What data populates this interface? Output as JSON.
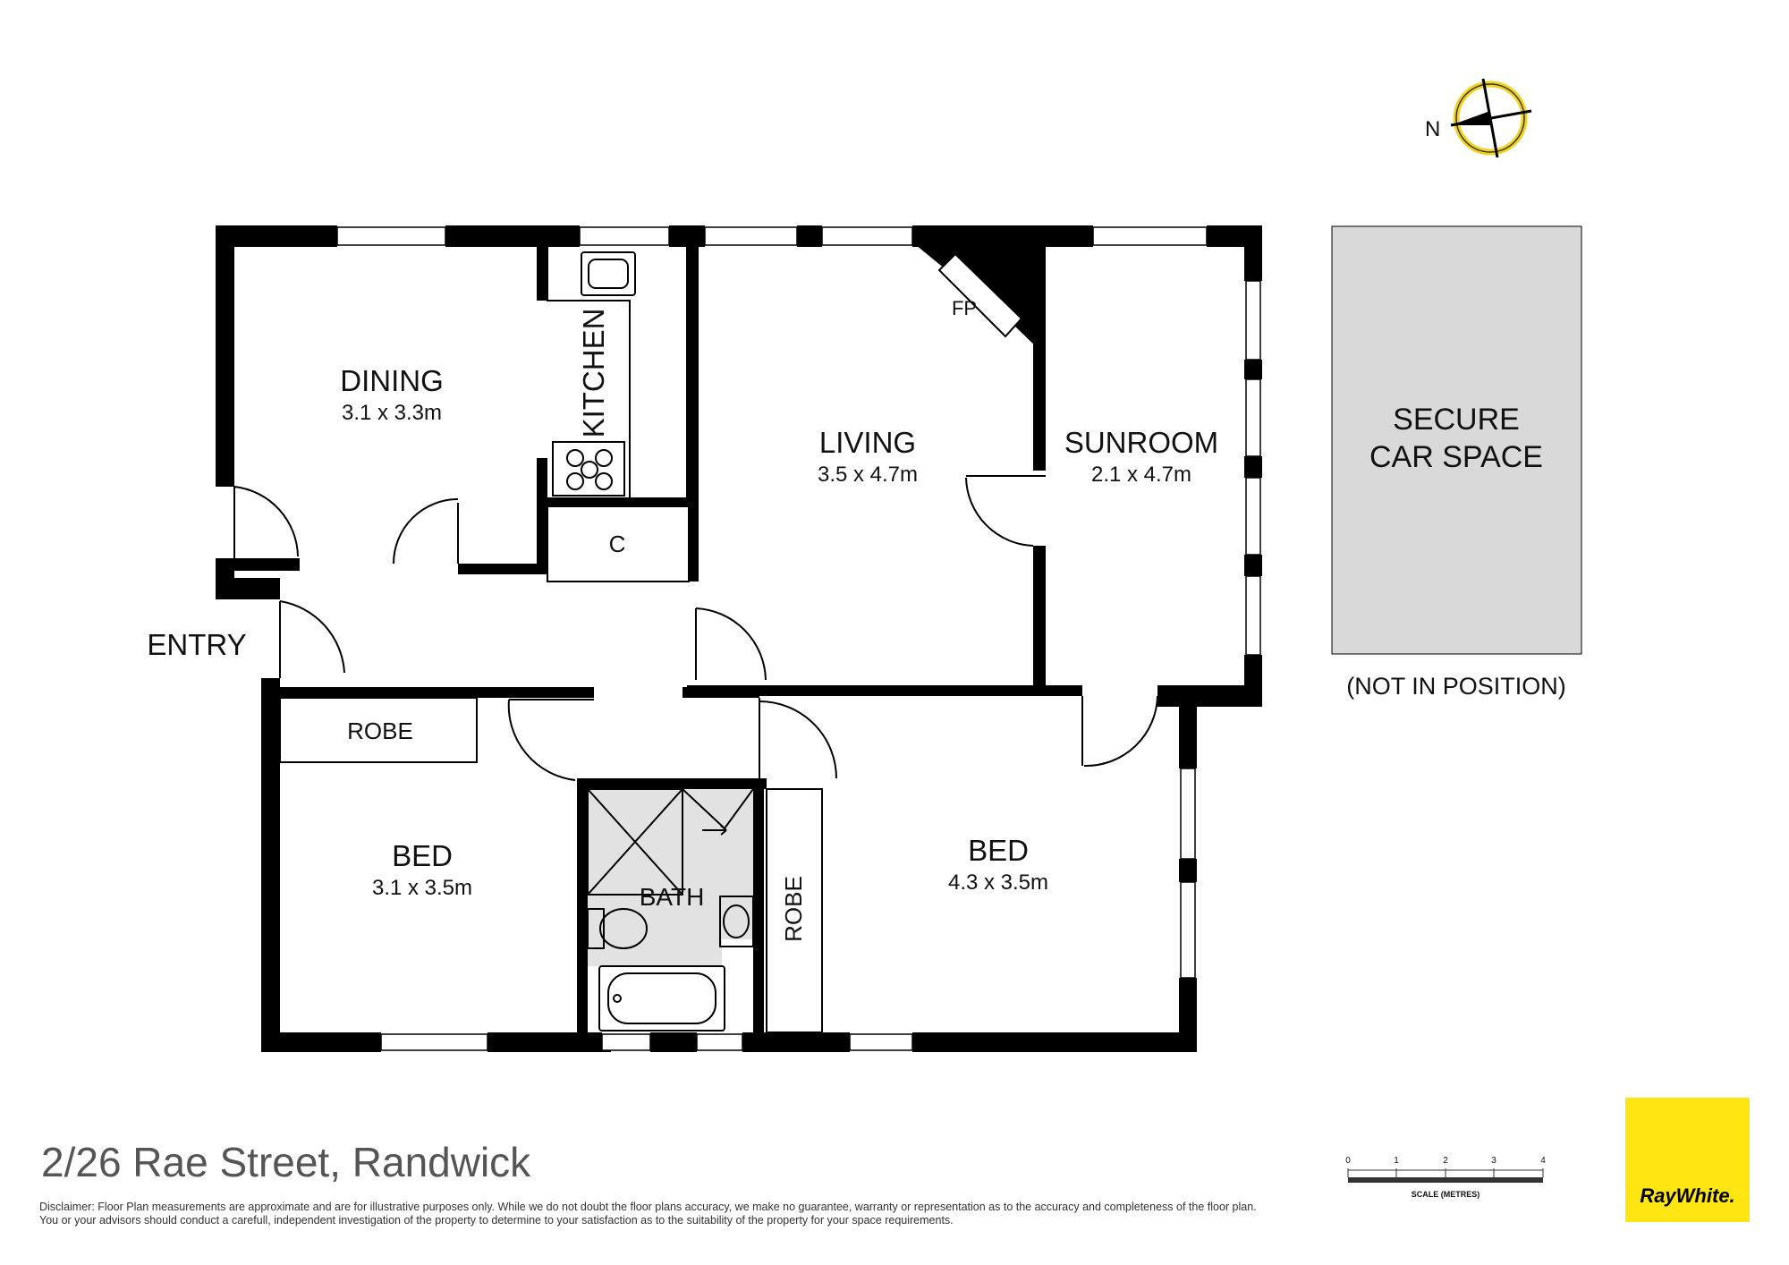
{
  "compass": {
    "north_label": "N"
  },
  "rooms": {
    "dining": {
      "name": "DINING",
      "dims": "3.1 x 3.3m"
    },
    "kitchen": {
      "name": "KITCHEN"
    },
    "cupboard": {
      "name": "C"
    },
    "living": {
      "name": "LIVING",
      "dims": "3.5 x 4.7m"
    },
    "fireplace": {
      "name": "FP"
    },
    "sunroom": {
      "name": "SUNROOM",
      "dims": "2.1 x 4.7m"
    },
    "entry": {
      "name": "ENTRY"
    },
    "robe_left": {
      "name": "ROBE"
    },
    "bed_left": {
      "name": "BED",
      "dims": "3.1 x 3.5m"
    },
    "bath": {
      "name": "BATH"
    },
    "robe_right": {
      "name": "ROBE"
    },
    "bed_right": {
      "name": "BED",
      "dims": "4.3 x 3.5m"
    }
  },
  "car_space": {
    "line1": "SECURE",
    "line2": "CAR SPACE",
    "note": "(NOT IN POSITION)"
  },
  "scale_bar": {
    "ticks": [
      "0",
      "1",
      "2",
      "3",
      "4"
    ],
    "caption": "SCALE (METRES)"
  },
  "address": "2/26 Rae Street, Randwick",
  "disclaimer": "Disclaimer: Floor Plan measurements are approximate and are for illustrative purposes only. While we do not doubt the floor plans accuracy, we make no guarantee, warranty or representation as to the accuracy and completeness of the floor plan. You or your advisors should conduct a carefull, independent investigation of the property to determine to your satisfaction as to the suitability of the property for your space requirements.",
  "logo": {
    "text": "RayWhite.",
    "color": "#FFE512"
  },
  "colors": {
    "wall": "#000000",
    "bath_floor": "#E2E2E2",
    "car_space_fill": "#D9D9D9"
  }
}
